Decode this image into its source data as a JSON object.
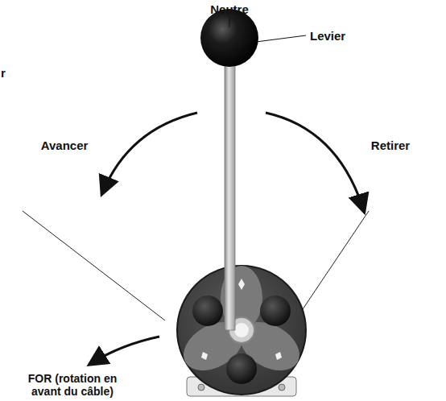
{
  "diagram": {
    "labels": [
      "Neutre",
      "Levier",
      "r",
      "Avancer",
      "Retirer",
      "FOR (rotation en avant du câble)"
    ]
  }
}
